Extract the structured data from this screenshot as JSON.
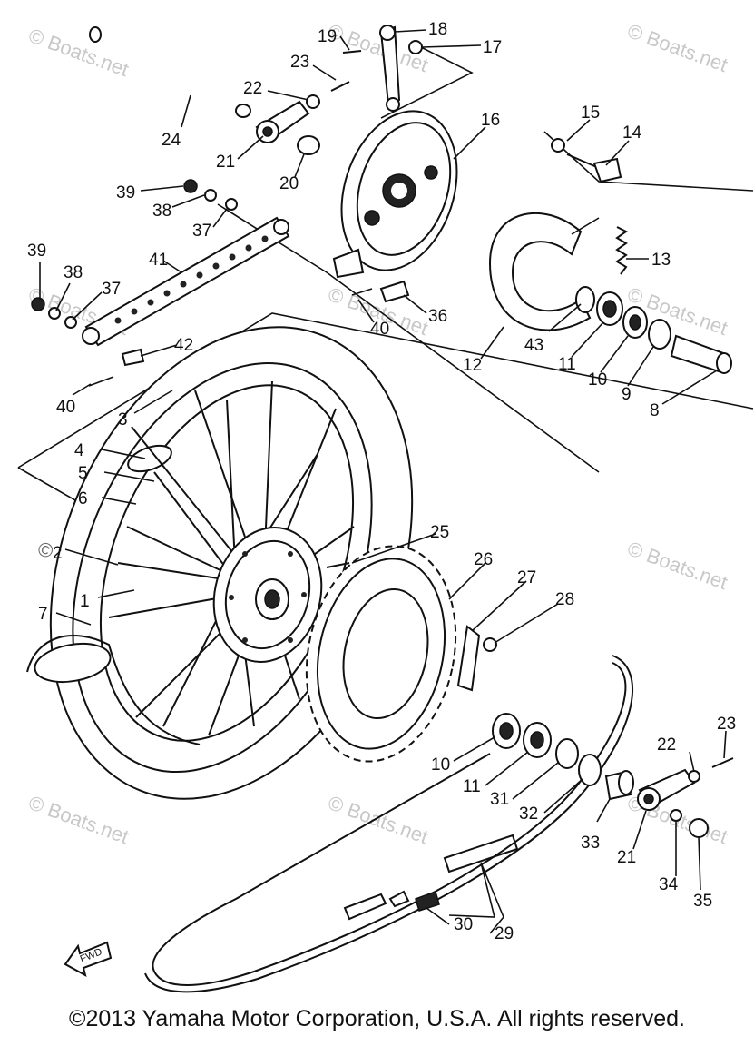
{
  "watermark": "© Boats.net",
  "fwd_label": "FWD",
  "copyright": "©2013 Yamaha Motor Corporation, U.S.A. All rights reserved.",
  "callouts": [
    "1",
    "2",
    "3",
    "4",
    "5",
    "6",
    "7",
    "8",
    "9",
    "10",
    "11",
    "12",
    "13",
    "14",
    "15",
    "16",
    "17",
    "18",
    "19",
    "20",
    "21",
    "22",
    "23",
    "24",
    "25",
    "26",
    "27",
    "28",
    "29",
    "30",
    "31",
    "32",
    "33",
    "34",
    "35",
    "36",
    "37",
    "38",
    "39",
    "40",
    "41",
    "42",
    "43",
    "10",
    "11",
    "21",
    "22",
    "23",
    "37",
    "38",
    "39",
    "40"
  ]
}
